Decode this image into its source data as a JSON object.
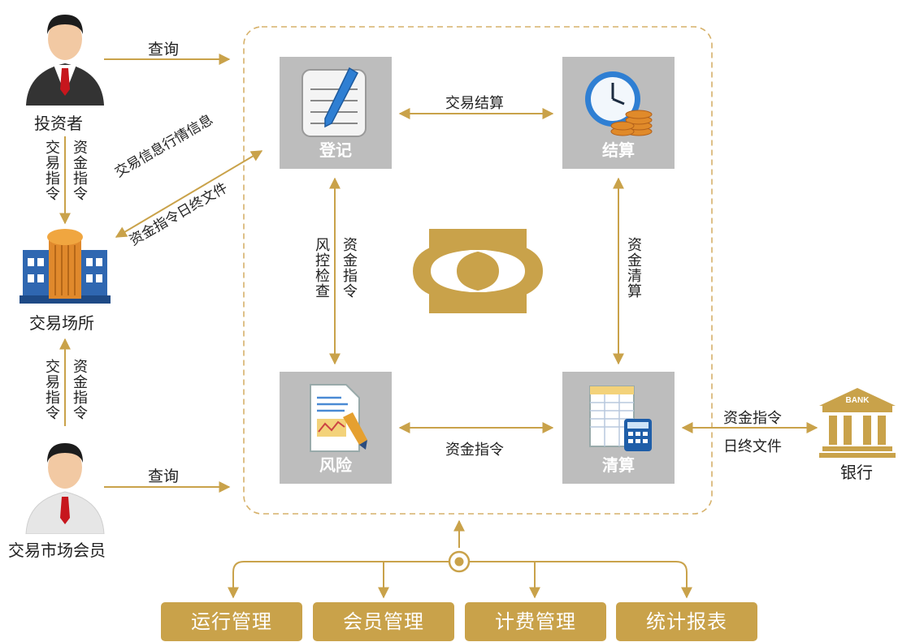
{
  "actors": {
    "investor": "投资者",
    "exchange": "交易场所",
    "member": "交易市场会员",
    "bank": "银行",
    "bank_sign": "BANK"
  },
  "edges": {
    "investor_query": "查询",
    "member_query": "查询",
    "investor_exchange_left": "交易指令",
    "investor_exchange_right": "资金指令",
    "member_exchange_left": "交易指令",
    "member_exchange_right": "资金指令",
    "exchange_diag_top": "交易信息行情信息",
    "exchange_diag_bottom": "资金指令日终文件",
    "register_settle": "交易结算",
    "register_risk_left": "风控检查",
    "register_risk_right": "资金指令",
    "settle_clear": "资金清算",
    "risk_clear": "资金指令",
    "bank_top": "资金指令",
    "bank_bottom": "日终文件"
  },
  "nodes": {
    "register": "登记",
    "settle": "结算",
    "risk": "风险",
    "clearing": "清算"
  },
  "modules": [
    "运行管理",
    "会员管理",
    "计费管理",
    "统计报表"
  ],
  "colors": {
    "gold": "#c9a24a",
    "arrow": "#c9a24a",
    "node_bg": "#bdbdbd"
  }
}
